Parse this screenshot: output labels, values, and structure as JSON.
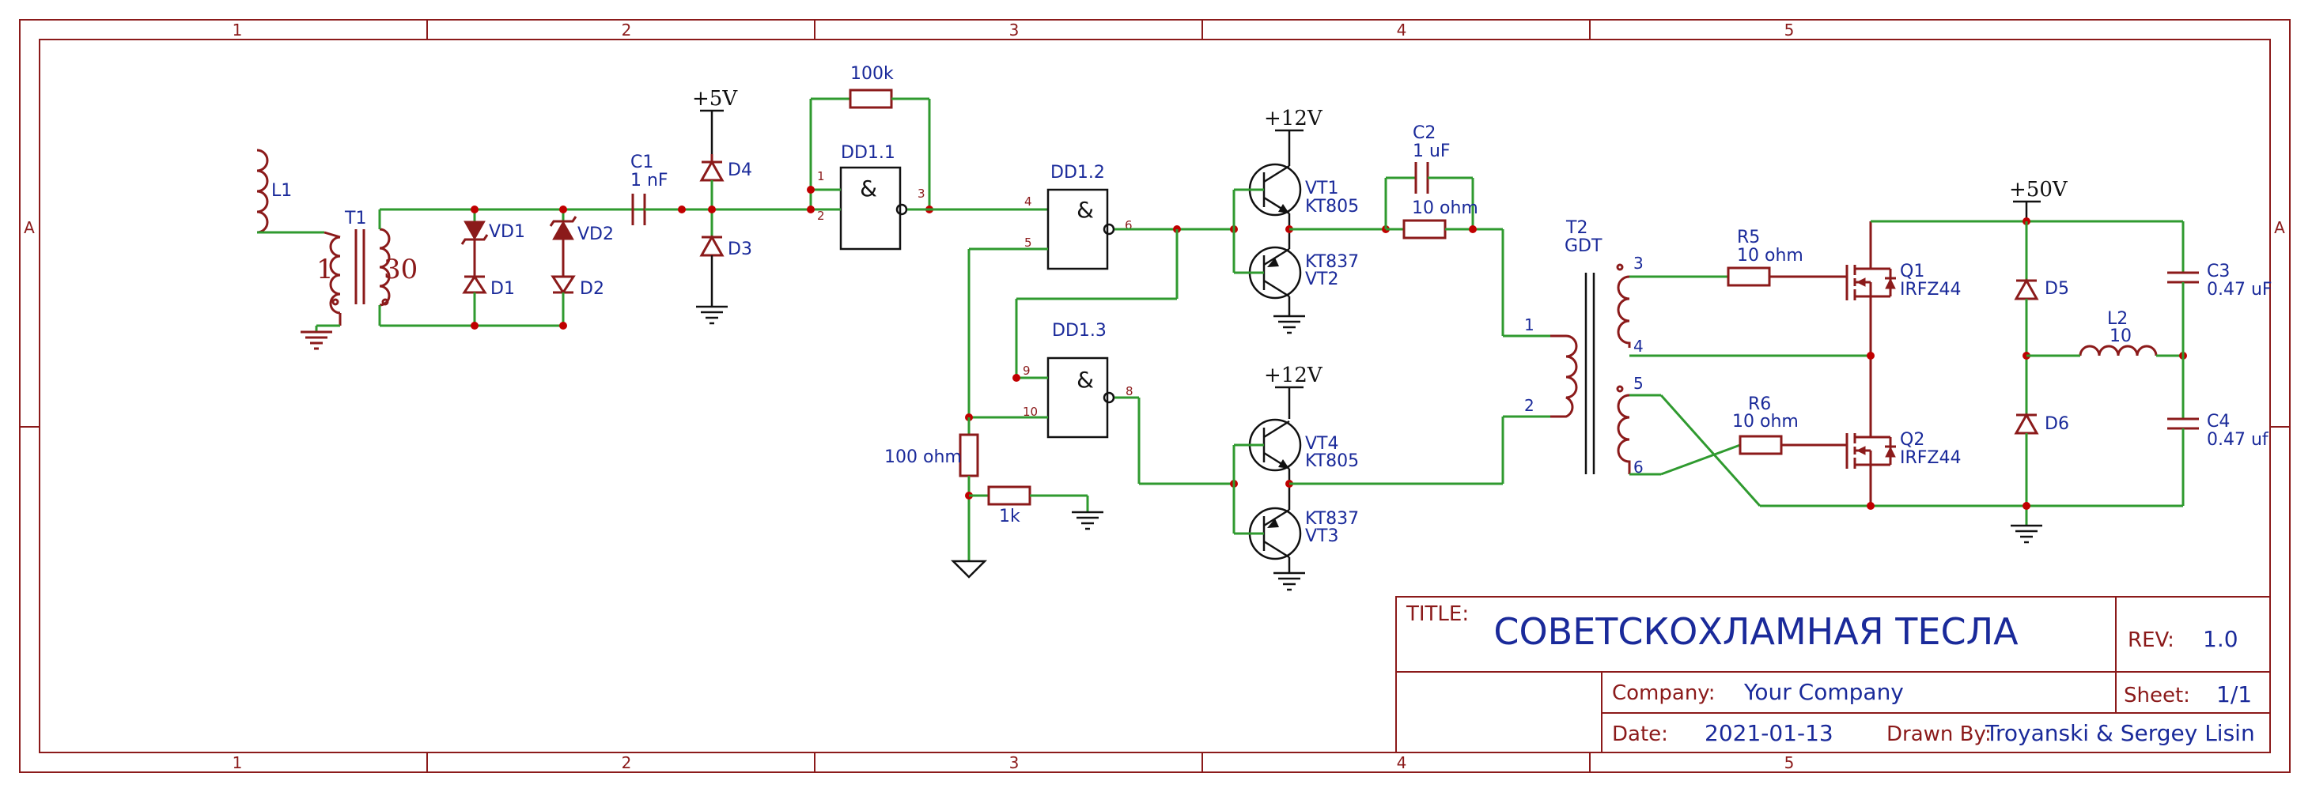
{
  "frame": {
    "columns": [
      "1",
      "2",
      "3",
      "4",
      "5"
    ],
    "rows": [
      "A"
    ]
  },
  "power": {
    "v5": "+5V",
    "v12_top": "+12V",
    "v12_bottom": "+12V",
    "v50": "+50V"
  },
  "components": {
    "L1": "L1",
    "T1": "T1",
    "T1_ratio_primary": "1",
    "T1_ratio_secondary": "30",
    "VD1": "VD1",
    "VD2": "VD2",
    "D1": "D1",
    "D2": "D2",
    "C1": "C1",
    "C1_value": "1 nF",
    "D3": "D3",
    "D4": "D4",
    "R_fb_value": "100k",
    "DD1_1": "DD1.1",
    "DD1_2": "DD1.2",
    "DD1_3": "DD1.3",
    "gate_symbol": "&",
    "R_100_value": "100 ohm",
    "R_1k_value": "1k",
    "VT1": "VT1",
    "VT1_part": "KT805",
    "VT2": "VT2",
    "VT2_part": "KT837",
    "VT3": "VT3",
    "VT3_part": "KT837",
    "VT4": "VT4",
    "VT4_part": "KT805",
    "C2": "C2",
    "C2_value": "1 uF",
    "R_c2_value": "10 ohm",
    "T2": "T2",
    "T2_type": "GDT",
    "R5": "R5",
    "R5_value": "10 ohm",
    "R6": "R6",
    "R6_value": "10 ohm",
    "Q1": "Q1",
    "Q1_part": "IRFZ44",
    "Q2": "Q2",
    "Q2_part": "IRFZ44",
    "D5": "D5",
    "D6": "D6",
    "L2": "L2",
    "L2_value": "10",
    "C3": "C3",
    "C3_value": "0.47 uF",
    "C4": "C4",
    "C4_value": "0.47 uf"
  },
  "pins": {
    "dd11_in1": "1",
    "dd11_in2": "2",
    "dd11_out": "3",
    "dd12_in4": "4",
    "dd12_in5": "5",
    "dd12_out": "6",
    "dd13_in9": "9",
    "dd13_in10": "10",
    "dd13_out": "8",
    "t2_p1": "1",
    "t2_p2": "2",
    "t2_p3": "3",
    "t2_p4": "4",
    "t2_p5": "5",
    "t2_p6": "6"
  },
  "title_block": {
    "title_label": "TITLE:",
    "title": "СОВЕТСКОХЛАМНАЯ ТЕСЛА",
    "rev_label": "REV:",
    "rev": "1.0",
    "company_label": "Company:",
    "company": "Your Company",
    "sheet_label": "Sheet:",
    "sheet": "1/1",
    "date_label": "Date:",
    "date": "2021-01-13",
    "drawn_label": "Drawn By:",
    "drawn_by": "Troyanski & Sergey Lisin"
  }
}
